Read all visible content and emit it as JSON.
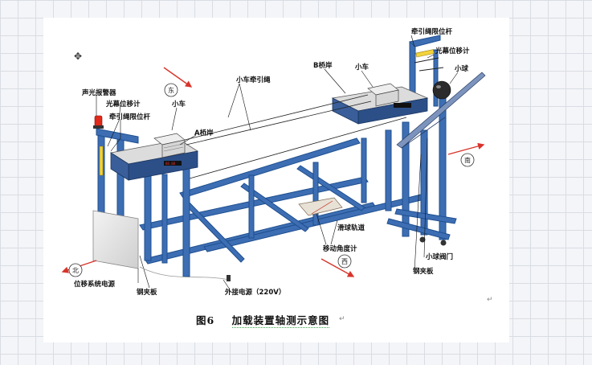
{
  "labels": {
    "sound_light_alarm": "声光报警器",
    "grating_displacement_left": "光幕位移计",
    "cart_left": "小车",
    "rope_limit_rod_left": "牵引绳限位杆",
    "pier_a": "A桥岸",
    "cart_rope": "小车牵引绳",
    "pier_b": "B桥岸",
    "cart_right": "小车",
    "rope_limit_rod_right": "牵引绳限位杆",
    "grating_displacement_right": "光幕位移计",
    "ball": "小球",
    "slide_rail": "滑球轨道",
    "moving_angle_meter": "移动角度计",
    "ball_valve": "小球阀门",
    "steel_clamp_right": "钢夹板",
    "steel_clamp_left": "钢夹板",
    "displacement_power": "位移系统电源",
    "external_power": "外接电源（220V）"
  },
  "directions": {
    "east": "东",
    "south": "南",
    "north": "北",
    "west": "西"
  },
  "caption": {
    "number": "图6",
    "title": "加载装置轴测示意图"
  },
  "colors": {
    "frame_blue": "#3d6eb3",
    "frame_dark": "#1f4f8f",
    "arrow_red": "#d8342a",
    "alarm_red": "#e02a1a"
  },
  "icons": {
    "cursor": "move-cursor-icon"
  }
}
